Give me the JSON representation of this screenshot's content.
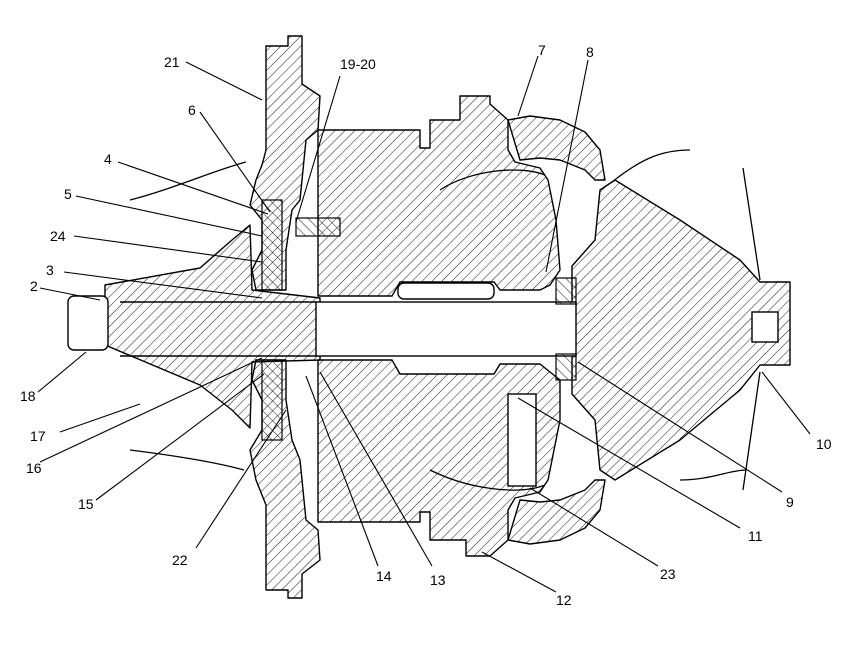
{
  "diagram": {
    "callouts": {
      "c2": "2",
      "c3": "3",
      "c4": "4",
      "c5": "5",
      "c6": "6",
      "c7": "7",
      "c8": "8",
      "c9": "9",
      "c10": "10",
      "c11": "11",
      "c12": "12",
      "c13": "13",
      "c14": "14",
      "c15": "15",
      "c16": "16",
      "c17": "17",
      "c18": "18",
      "c19_20": "19-20",
      "c21": "21",
      "c22": "22",
      "c23": "23",
      "c24": "24"
    }
  }
}
